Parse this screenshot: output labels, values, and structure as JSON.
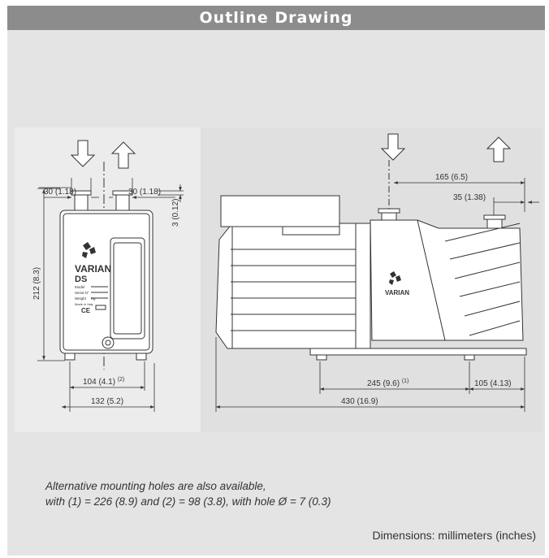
{
  "header": {
    "title": "Outline Drawing"
  },
  "dimensions": {
    "top_left_1": "30 (1.18)",
    "top_left_2": "30 (1.18)",
    "height_total": "212 (8.3)",
    "flange_offset": "3 (0.12)",
    "base_width_left": "104 (4.1)",
    "base_width_left_sup": "(2)",
    "total_width_left": "132 (5.2)",
    "flange_distance": "165 (6.5)",
    "exhaust_offset": "35 (1.38)",
    "mount_holes": "245 (9.6)",
    "mount_holes_sup": "(1)",
    "foot_offset": "105 (4.13)",
    "total_length": "430 (16.9)"
  },
  "labels": {
    "brand": "VARIAN",
    "model_code": "DS",
    "plate_model": "Model",
    "plate_serial": "Serial N°",
    "plate_weight": "Weight",
    "plate_kg": "Kg",
    "plate_made": "Made in Italy",
    "plate_ce": "CE"
  },
  "note": {
    "line1": "Alternative mounting holes are also available,",
    "line2": "with (1) = 226 (8.9) and (2) = 98 (3.8), with hole Ø = 7 (0.3)"
  },
  "footer": {
    "units": "Dimensions: millimeters (inches)"
  },
  "colors": {
    "header_bg": "#8c8c8c",
    "panel_bg": "#e4e4e4",
    "line": "#333333"
  },
  "icons": [
    "inlet-arrow-icon",
    "exhaust-arrow-icon",
    "varian-logo-icon"
  ]
}
